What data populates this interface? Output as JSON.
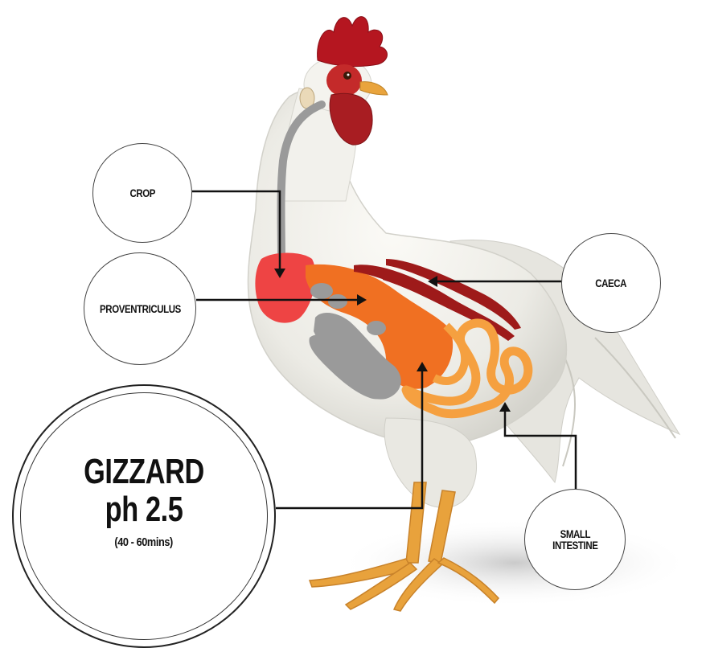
{
  "labels": {
    "crop": "CROP",
    "proventriculus": "PROVENTRICULUS",
    "caeca": "CAECA",
    "small_intestine_line1": "SMALL",
    "small_intestine_line2": "INTESTINE",
    "gizzard_title": "GIZZARD",
    "gizzard_ph": "ph 2.5",
    "gizzard_time": "(40 - 60mins)"
  },
  "colors": {
    "crop_organ": "#ee4444",
    "proventriculus_organ": "#f07022",
    "gizzard_organ": "#f07022",
    "caeca_organ": "#9e1a1a",
    "small_intestine_organ": "#f5a040",
    "oesophagus": "#9a9a9a",
    "internal_grey": "#9a9a9a",
    "comb": "#b51620",
    "beak_legs": "#e8a23c",
    "feathers": "#f1efe9",
    "leader_lines": "#111111"
  }
}
